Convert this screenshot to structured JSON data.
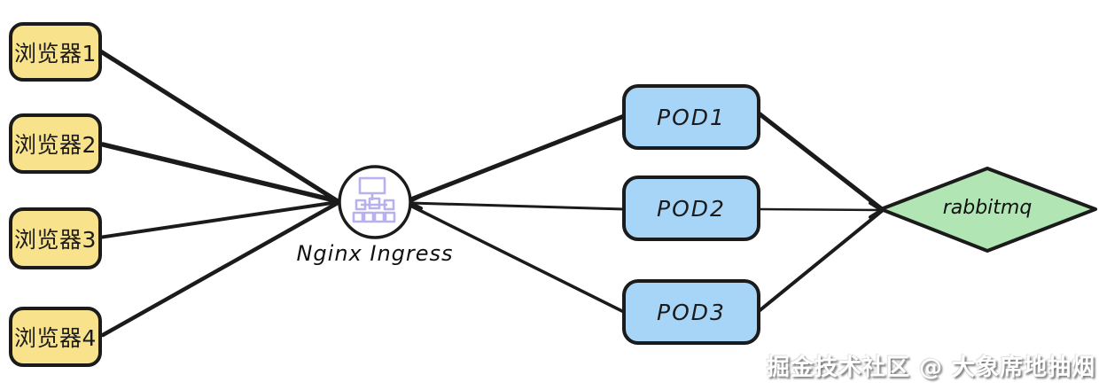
{
  "diagram": {
    "browsers": [
      {
        "label": "浏览器1"
      },
      {
        "label": "浏览器2"
      },
      {
        "label": "浏览器3"
      },
      {
        "label": "浏览器4"
      }
    ],
    "ingress": {
      "label": "Nginx Ingress",
      "icon": "sitemap-icon"
    },
    "pods": [
      {
        "label": "POD1"
      },
      {
        "label": "POD2"
      },
      {
        "label": "POD3"
      }
    ],
    "queue": {
      "label": "rabbitmq"
    },
    "watermark": "掘金技术社区 @ 大象席地抽烟",
    "colors": {
      "browser_fill": "#F8E38C",
      "pod_fill": "#A7D5F7",
      "queue_fill": "#B2E5B4",
      "stroke": "#1b1b1b",
      "icon_purple": "#B7B1EF",
      "watermark_text": "#ffffff"
    }
  }
}
